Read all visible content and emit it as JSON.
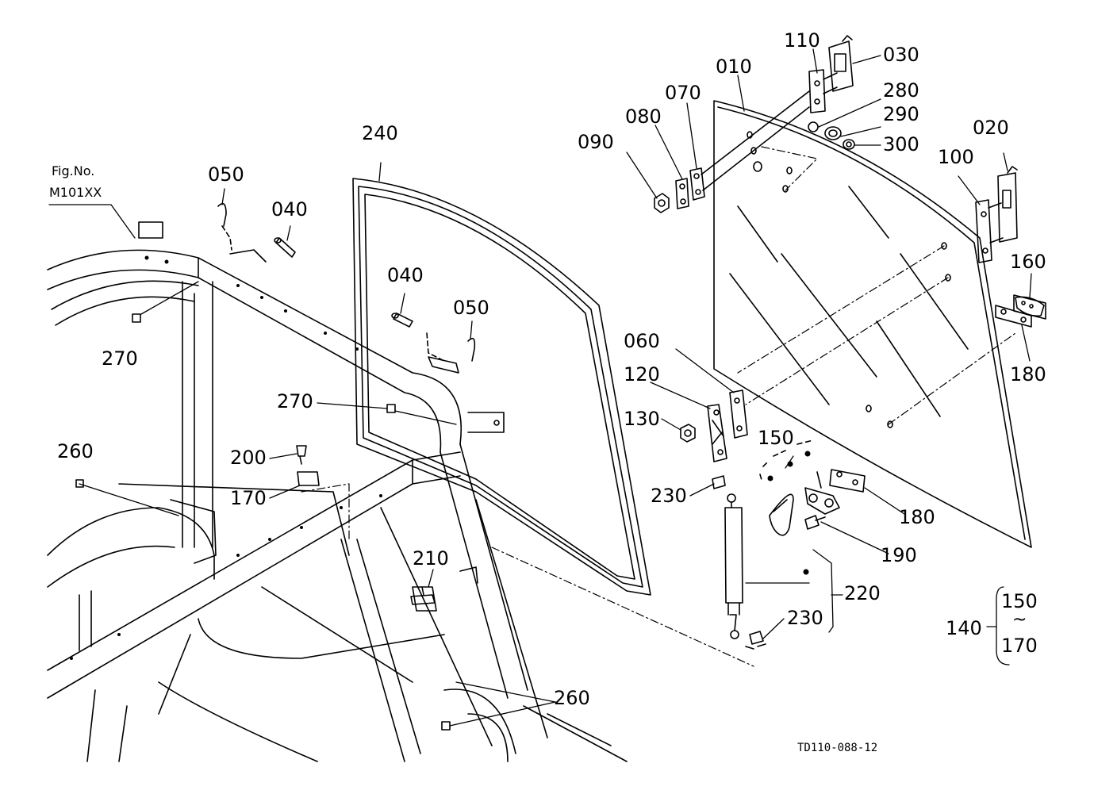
{
  "figure": {
    "fig_no_label": "Fig.No.",
    "fig_no_value": "M101XX",
    "drawing_number": "TD110-088-12"
  },
  "parts": {
    "p010": "010",
    "p020": "020",
    "p030": "030",
    "p040_a": "040",
    "p040_b": "040",
    "p050_a": "050",
    "p050_b": "050",
    "p060": "060",
    "p070": "070",
    "p080": "080",
    "p090": "090",
    "p100": "100",
    "p110": "110",
    "p120": "120",
    "p130": "130",
    "p140": "140",
    "p150_a": "150",
    "p150_b": "150",
    "p160": "160",
    "p170_a": "170",
    "p170_b": "170",
    "p180_a": "180",
    "p180_b": "180",
    "p190": "190",
    "p200": "200",
    "p210": "210",
    "p220": "220",
    "p230_a": "230",
    "p230_b": "230",
    "p240": "240",
    "p260_a": "260",
    "p260_b": "260",
    "p270_a": "270",
    "p270_b": "270",
    "p280": "280",
    "p290": "290",
    "p300": "300",
    "range_symbol": "~"
  }
}
